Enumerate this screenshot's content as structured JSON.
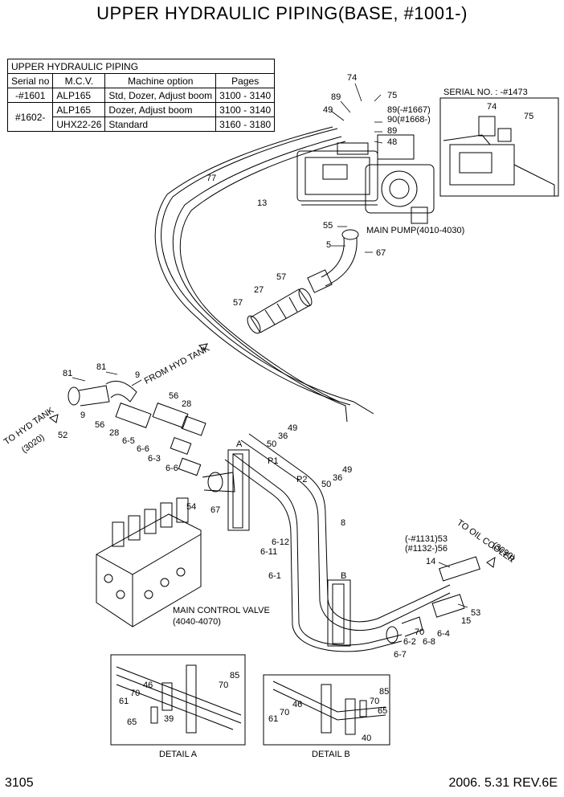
{
  "title": "UPPER HYDRAULIC PIPING(BASE, #1001-)",
  "table": {
    "caption": "UPPER HYDRAULIC PIPING",
    "headers": [
      "Serial no",
      "M.C.V.",
      "Machine option",
      "Pages"
    ],
    "rows": [
      {
        "serial": "-#1601",
        "mcv": "ALP165",
        "option": "Std, Dozer, Adjust boom",
        "pages": "3100 - 3140"
      },
      {
        "serial": "#1602-",
        "mcv": "ALP165",
        "option": "Dozer, Adjust boom",
        "pages": "3100 - 3140"
      },
      {
        "serial": "",
        "mcv": "UHX22-26",
        "option": "Standard",
        "pages": "3160 - 3180"
      }
    ]
  },
  "labels": {
    "serial_no": "SERIAL NO. : -#1473",
    "main_pump": "MAIN PUMP(4010-4030)",
    "from_hyd_tank": "FROM HYD TANK",
    "to_hyd_tank": "TO HYD TANK",
    "to_hyd_tank_ref": "(3020)",
    "to_oil_cooler": "TO OIL COOLER",
    "to_oil_cooler_ref": "(3090)",
    "main_control_valve": "MAIN CONTROL VALVE",
    "main_control_valve_ref": "(4040-4070)",
    "p1": "P1",
    "p2": "P2",
    "detail_a": "DETAIL A",
    "detail_b": "DETAIL B",
    "marker_a": "A",
    "marker_b": "B"
  },
  "callouts": {
    "n74": "74",
    "n75": "75",
    "n89": "89",
    "n49": "49",
    "n89a": "89(-#1667)",
    "n90": "90(#1668-)",
    "n89b": "89",
    "n48": "48",
    "n74b": "74",
    "n75b": "75",
    "n77": "77",
    "n13": "13",
    "n55": "55",
    "n5": "5",
    "n67": "67",
    "n57": "57",
    "n27": "27",
    "n57b": "57",
    "n81": "81",
    "n81b": "81",
    "n9": "9",
    "n56": "56",
    "n28": "28",
    "n9b": "9",
    "n52": "52",
    "n56b": "56",
    "n28b": "28",
    "n65a": "6-5",
    "n66a": "6-6",
    "n63": "6-3",
    "n66b": "6-6",
    "n49b": "49",
    "n36": "36",
    "n50": "50",
    "n50b": "50",
    "n36b": "36",
    "n49c": "49",
    "n54": "54",
    "n67b": "67",
    "n8": "8",
    "n612": "6-12",
    "n611": "6-11",
    "n61": "6-1",
    "n53a": "(-#1131)53",
    "n56c": "(#1132-)56",
    "n14": "14",
    "n53b": "53",
    "n15": "15",
    "n64": "6-4",
    "n68": "6-8",
    "n62": "6-2",
    "n70": "70",
    "n67c": "6-7",
    "dA85": "85",
    "dA70": "70",
    "dA46": "46",
    "dA70b": "70",
    "dA61": "61",
    "dA39": "39",
    "dA65": "65",
    "dB85": "85",
    "dB70": "70",
    "dB46": "46",
    "dB70b": "70",
    "dB65": "65",
    "dB61": "61",
    "dB40": "40"
  },
  "footer": {
    "page": "3105",
    "revision": "2006. 5.31  REV.6E"
  }
}
